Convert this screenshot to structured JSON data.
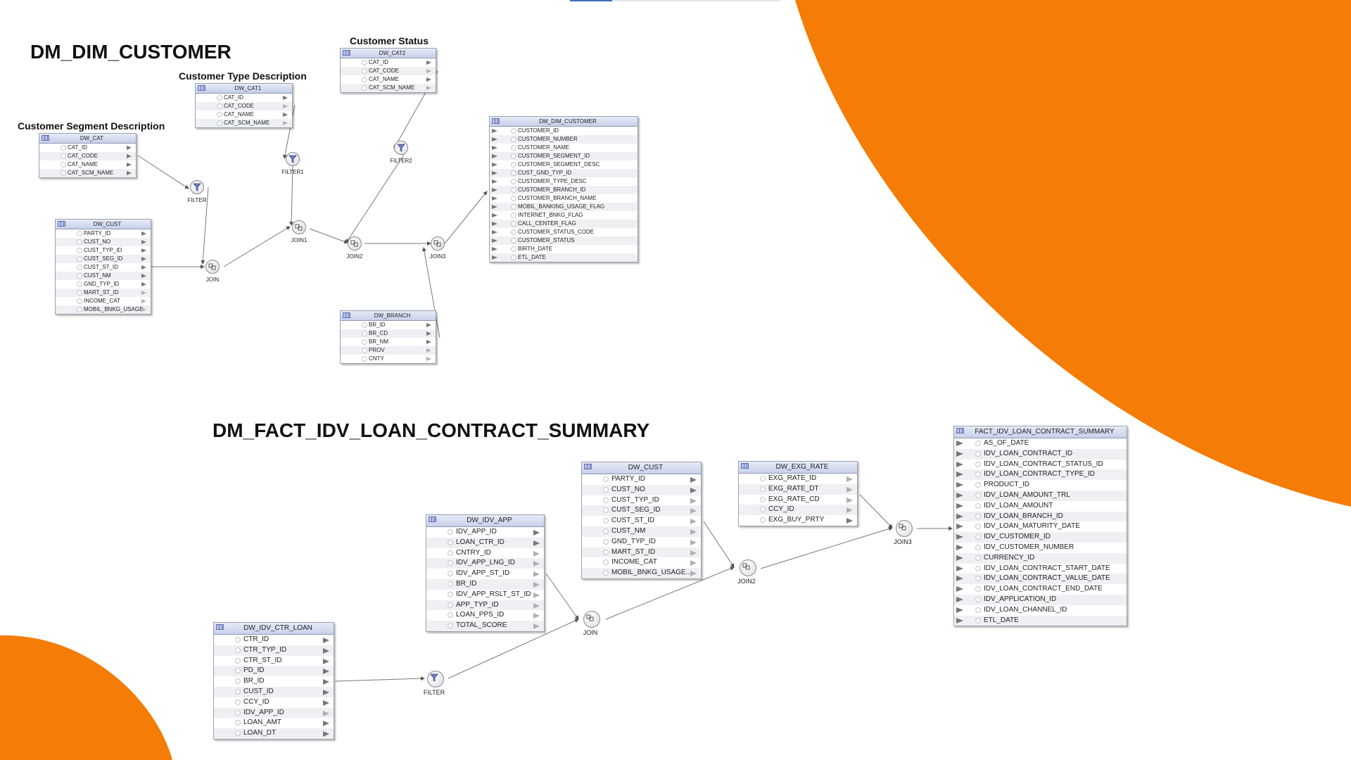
{
  "colors": {
    "accent_orange": "#F47C07",
    "wire": "#777777"
  },
  "headings": {
    "dim": "DM_DIM_CUSTOMER",
    "fact": "DM_FACT_IDV_LOAN_CONTRACT_SUMMARY",
    "segment": "Customer Segment Description",
    "type": "Customer Type Description",
    "status": "Customer Status"
  },
  "dim_diagram": {
    "tables": {
      "dw_cat": {
        "name": "DW_CAT",
        "columns": [
          "CAT_ID",
          "CAT_CODE",
          "CAT_NAME",
          "CAT_SCM_NAME"
        ]
      },
      "dw_cat1": {
        "name": "DW_CAT1",
        "columns": [
          "CAT_ID",
          "CAT_CODE",
          "CAT_NAME",
          "CAT_SCM_NAME"
        ]
      },
      "dw_cat2": {
        "name": "DW_CAT2",
        "columns": [
          "CAT_ID",
          "CAT_CODE",
          "CAT_NAME",
          "CAT_SCM_NAME"
        ]
      },
      "dw_cust": {
        "name": "DW_CUST",
        "columns": [
          "PARTY_ID",
          "CUST_NO",
          "CUST_TYP_ID",
          "CUST_SEG_ID",
          "CUST_ST_ID",
          "CUST_NM",
          "GND_TYP_ID",
          "MART_ST_ID",
          "INCOME_CAT",
          "MOBIL_BNKG_USAGE"
        ]
      },
      "dw_branch": {
        "name": "DW_BRANCH",
        "columns": [
          "BR_ID",
          "BR_CD",
          "BR_NM",
          "PROV",
          "CNTY"
        ]
      },
      "dm_dim_customer": {
        "name": "DM_DIM_CUSTOMER",
        "columns": [
          "CUSTOMER_ID",
          "CUSTOMER_NUMBER",
          "CUSTOMER_NAME",
          "CUSTOMER_SEGMENT_ID",
          "CUSTOMER_SEGMENT_DESC",
          "CUST_GND_TYP_ID",
          "CUSTOMER_TYPE_DESC",
          "CUSTOMER_BRANCH_ID",
          "CUSTOMER_BRANCH_NAME",
          "MOBIL_BANKING_USAGE_FLAG",
          "INTERNET_BNKG_FLAG",
          "CALL_CENTER_FLAG",
          "CUSTOMER_STATUS_CODE",
          "CUSTOMER_STATUS",
          "BIRTH_DATE",
          "ETL_DATE"
        ]
      }
    },
    "operators": {
      "filter": "FILTER",
      "filter1": "FILTER1",
      "filter2": "FILTER2",
      "join": "JOIN",
      "join1": "JOIN1",
      "join2": "JOIN2",
      "join3": "JOIN3"
    }
  },
  "fact_diagram": {
    "tables": {
      "dw_idv_ctr_loan": {
        "name": "DW_IDV_CTR_LOAN",
        "columns": [
          "CTR_ID",
          "CTR_TYP_ID",
          "CTR_ST_ID",
          "PD_ID",
          "BR_ID",
          "CUST_ID",
          "CCY_ID",
          "IDV_APP_ID",
          "LOAN_AMT",
          "LOAN_DT"
        ]
      },
      "dw_idv_app": {
        "name": "DW_IDV_APP",
        "columns": [
          "IDV_APP_ID",
          "LOAN_CTR_ID",
          "CNTRY_ID",
          "IDV_APP_LNG_ID",
          "IDV_APP_ST_ID",
          "BR_ID",
          "IDV_APP_RSLT_ST_ID",
          "APP_TYP_ID",
          "LOAN_PPS_ID",
          "TOTAL_SCORE"
        ]
      },
      "dw_cust": {
        "name": "DW_CUST",
        "columns": [
          "PARTY_ID",
          "CUST_NO",
          "CUST_TYP_ID",
          "CUST_SEG_ID",
          "CUST_ST_ID",
          "CUST_NM",
          "GND_TYP_ID",
          "MART_ST_ID",
          "INCOME_CAT",
          "MOBIL_BNKG_USAGE..."
        ]
      },
      "dw_exg_rate": {
        "name": "DW_EXG_RATE",
        "columns": [
          "EXG_RATE_ID",
          "EXG_RATE_DT",
          "EXG_RATE_CD",
          "CCY_ID",
          "EXG_BUY_PRTY"
        ]
      },
      "fact_summary": {
        "name": "FACT_IDV_LOAN_CONTRACT_SUMMARY",
        "columns": [
          "AS_OF_DATE",
          "IDV_LOAN_CONTRACT_ID",
          "IDV_LOAN_CONTRACT_STATUS_ID",
          "IDV_LOAN_CONTRACT_TYPE_ID",
          "PRODUCT_ID",
          "IDV_LOAN_AMOUNT_TRL",
          "IDV_LOAN_AMOUNT",
          "IDV_LOAN_BRANCH_ID",
          "IDV_LOAN_MATURITY_DATE",
          "IDV_CUSTOMER_ID",
          "IDV_CUSTOMER_NUMBER",
          "CURRENCY_ID",
          "IDV_LOAN_CONTRACT_START_DATE",
          "IDV_LOAN_CONTRACT_VALUE_DATE",
          "IDV_LOAN_CONTRACT_END_DATE",
          "IDV_APPLICATION_ID",
          "IDV_LOAN_CHANNEL_ID",
          "ETL_DATE"
        ]
      }
    },
    "operators": {
      "filter": "FILTER",
      "join": "JOIN",
      "join2": "JOIN2",
      "join3": "JOIN3"
    }
  }
}
